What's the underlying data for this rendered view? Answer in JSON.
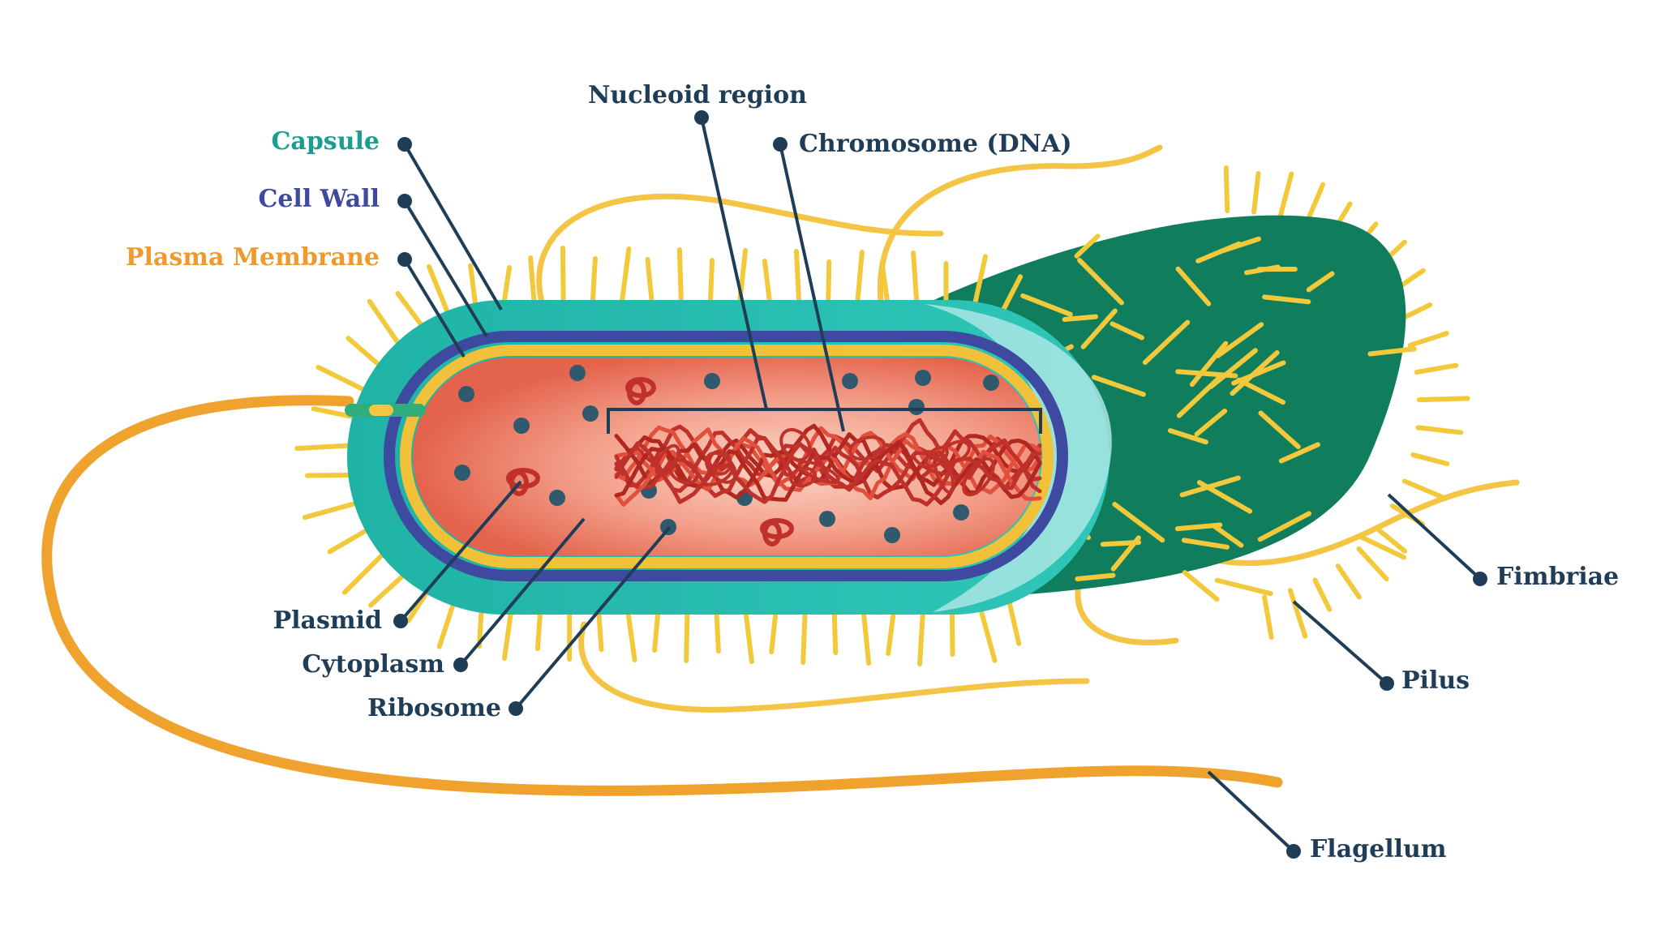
{
  "labels": {
    "nucleoid_region": "Nucleoid region",
    "chromosome": "Chromosome (DNA)",
    "capsule": "Capsule",
    "cell_wall": "Cell Wall",
    "plasma_membrane": "Plasma Membrane",
    "plasmid": "Plasmid",
    "cytoplasm": "Cytoplasm",
    "ribosome": "Ribosome",
    "fimbriae": "Fimbriae",
    "pilus": "Pilus",
    "flagellum": "Flagellum"
  },
  "colors": {
    "label_default": "#1f3d57",
    "capsule_label": "#1a9e92",
    "cell_wall_label": "#3d4aa0",
    "plasma_membrane_label": "#ef9a2d",
    "capsule": "#1fb3a6",
    "capsule_dark": "#0f7a5a",
    "cell_wall": "#3d4aa0",
    "membrane": "#f2c13a",
    "cytoplasm": "#ee8a70",
    "dna": "#c0312b",
    "ribosome": "#2f5a6e",
    "fimbriae": "#f2c93a",
    "flagellum": "#f0a22e",
    "leader": "#1f3d57"
  }
}
